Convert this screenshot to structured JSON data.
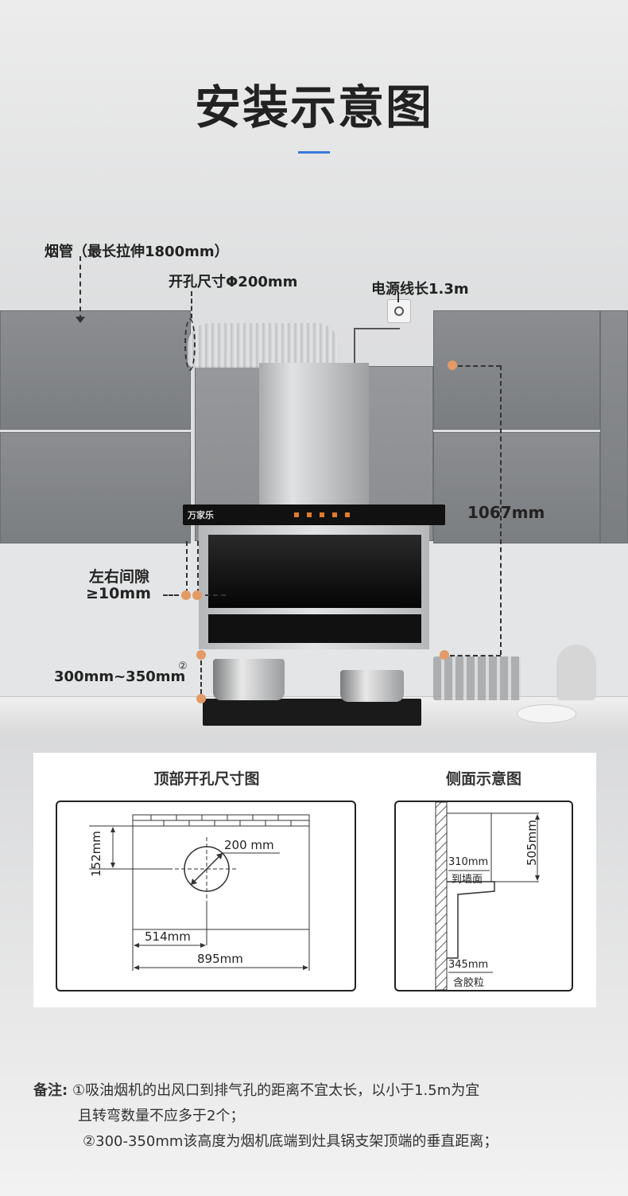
{
  "title": "安装示意图",
  "labels": {
    "duct": "烟管（最长拉伸1800mm）",
    "hole_size": "开孔尺寸Φ200mm",
    "power_cord": "电源线长1.3m",
    "cabinet_height": "1067mm",
    "gap_line1": "左右间隙",
    "gap_line2": "≥10mm",
    "stove_height": "300mm~350mm",
    "stove_note_mark": "②",
    "brand": "万家乐"
  },
  "diagram": {
    "top_title": "顶部开孔尺寸图",
    "side_title": "侧面示意图",
    "top": {
      "dim_152": "152mm",
      "dim_200": "200 mm",
      "dim_514": "514mm",
      "dim_895": "895mm"
    },
    "side": {
      "dim_505": "505mm",
      "dim_310": "310mm",
      "to_wall": "到墙面",
      "dim_345": "345mm",
      "with_glue": "含胶粒"
    }
  },
  "notes": {
    "prefix": "备注:",
    "line1": "①吸油烟机的出风口到排气孔的距离不宜太长，以小于1.5m为宜",
    "line2": "且转弯数量不应多于2个；",
    "line3": "②300-350mm该高度为烟机底端到灶具锅支架顶端的垂直距离；"
  },
  "colors": {
    "accent": "#3a78d8",
    "dot": "#e39a66",
    "cabinet": "#85888b"
  }
}
